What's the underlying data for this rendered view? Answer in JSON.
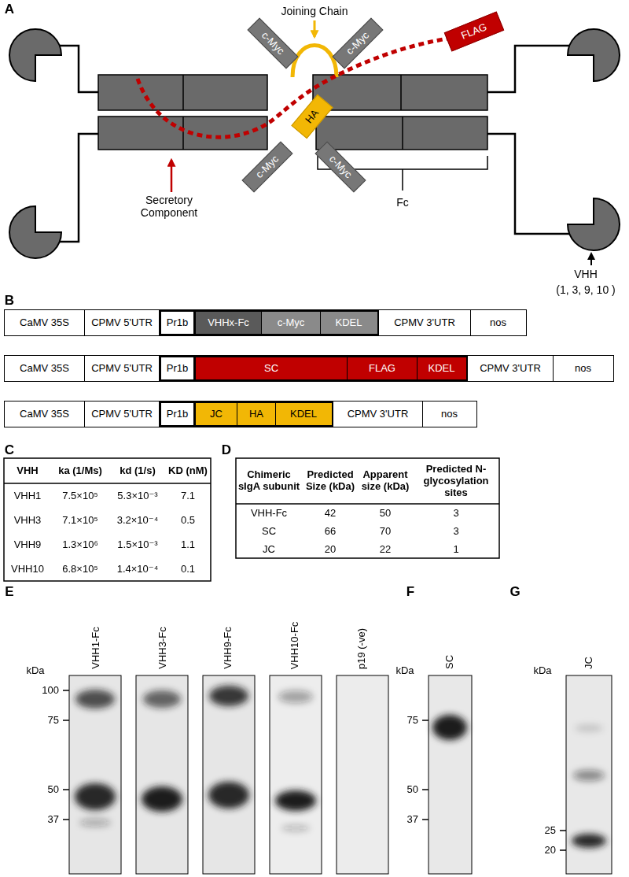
{
  "diagram": {
    "nodes": [
      {
        "text": [
          "c-Myc"
        ]
      },
      {
        "text": [
          "c-Myc"
        ]
      },
      {
        "text": [
          "FLAG"
        ]
      },
      {
        "text": [
          "HA"
        ]
      },
      {
        "text": [
          "c-Myc"
        ]
      },
      {
        "text": [
          "c-Myc"
        ]
      },
      {
        "text": [
          "CaMV 35S"
        ]
      },
      {
        "text": [
          "CPMV 5'UTR"
        ]
      },
      {
        "text": [
          "Pr1b"
        ]
      },
      {
        "text": [
          "VHHx-Fc"
        ]
      },
      {
        "text": [
          "c-Myc"
        ]
      },
      {
        "text": [
          "KDEL"
        ]
      },
      {
        "text": [
          "CPMV 3'UTR"
        ]
      },
      {
        "text": [
          "nos"
        ]
      },
      {
        "text": [
          "CaMV 35S"
        ]
      },
      {
        "text": [
          "CPMV 5'UTR"
        ]
      },
      {
        "text": [
          "Pr1b"
        ]
      },
      {
        "text": [
          "SC"
        ]
      },
      {
        "text": [
          "FLAG"
        ]
      },
      {
        "text": [
          "KDEL"
        ]
      },
      {
        "text": [
          "CPMV 3'UTR"
        ]
      },
      {
        "text": [
          "nos"
        ]
      },
      {
        "text": [
          "CaMV 35S"
        ]
      },
      {
        "text": [
          "CPMV 5'UTR"
        ]
      },
      {
        "text": [
          "Pr1b"
        ]
      },
      {
        "text": [
          "JC"
        ]
      },
      {
        "text": [
          "HA"
        ]
      },
      {
        "text": [
          "KDEL"
        ]
      },
      {
        "text": [
          "CPMV 3'UTR"
        ]
      },
      {
        "text": [
          "nos"
        ]
      }
    ],
    "labels": [
      "A",
      "Joining Chain",
      "Secretory Component",
      "Fc",
      "VHH",
      "(1, 3, 9, 10 )",
      "B",
      "C",
      "VHH",
      "ka (1/Ms)",
      "kd (1/s)",
      "KD (nM)",
      "VHH1",
      "7.5×10⁵",
      "5.3×10⁻³",
      "7.1",
      "VHH3",
      "7.1×10⁵",
      "3.2×10⁻⁴",
      "0.5",
      "VHH9",
      "1.3×10⁶",
      "1.5×10⁻³",
      "1.1",
      "VHH10",
      "6.8×10⁵",
      "1.4×10⁻⁴",
      "0.1",
      "D",
      "Chimeric sIgA subunit",
      "Predicted Size (kDa)",
      "Apparent size (kDa)",
      "Predicted N-glycosylation sites",
      "VHH-Fc",
      "42",
      "50",
      "3",
      "SC",
      "66",
      "70",
      "3",
      "JC",
      "20",
      "22",
      "1",
      "E",
      "VHH1-Fc",
      "VHH3-Fc",
      "VHH9-Fc",
      "VHH10-Fc",
      "p19 (-ve)",
      "kDa",
      "100",
      "75",
      "50",
      "37",
      "F",
      "SC",
      "kDa",
      "75",
      "50",
      "37",
      "G",
      "JC",
      "kDa",
      "25",
      "20"
    ]
  }
}
